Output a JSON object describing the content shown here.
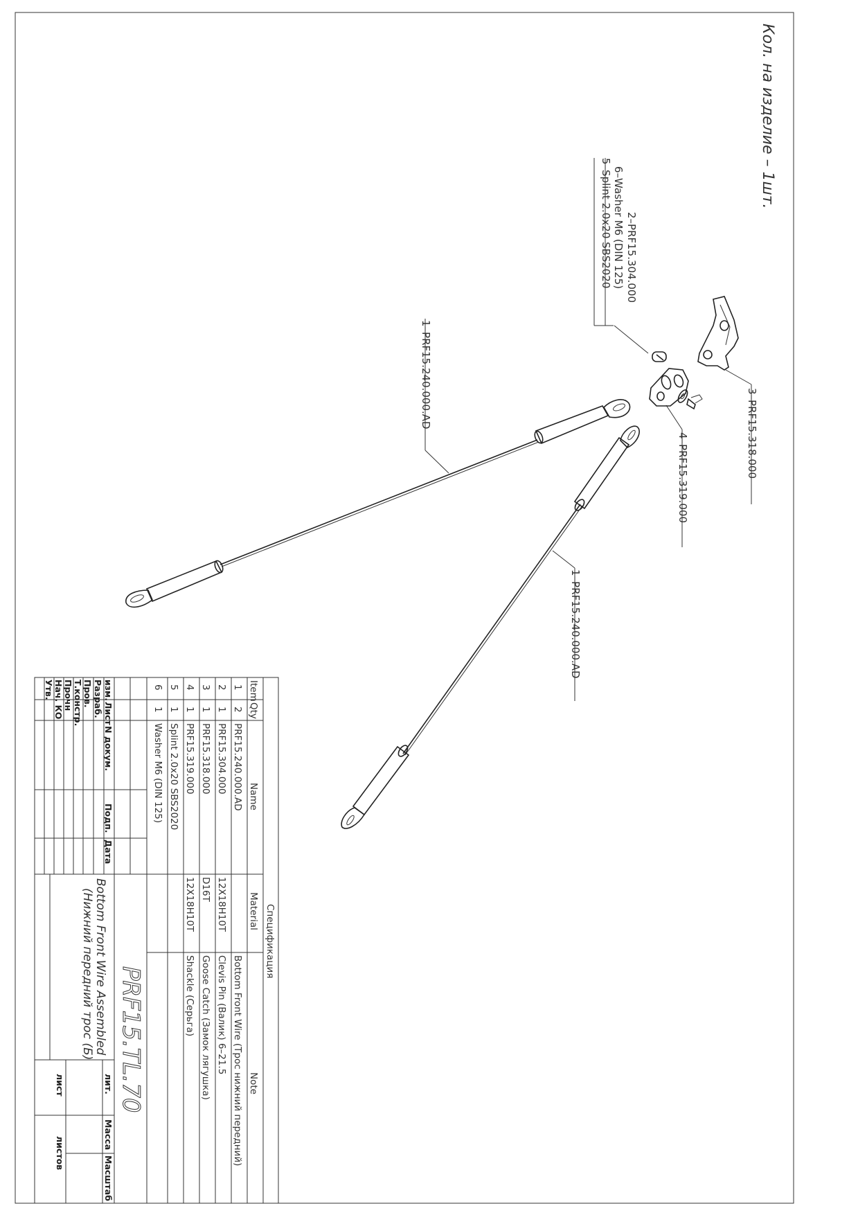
{
  "header_note": "Кол. на изделие – 1шт.",
  "callouts": {
    "item2": "2–PRF15.304.000",
    "item6": "6–Washer M6 (DIN 125)",
    "item5": "5–Splint 2.0x20 SBS2020",
    "item3": "3–PRF15.318.000",
    "item4": "4–PRF15.319.000",
    "item1a": "1–PRF15.240.000.AD",
    "item1b": "1–PRF15.240.000.AD"
  },
  "bom": {
    "title": "Спецификация",
    "headers": {
      "item": "Item",
      "qty": "Qty",
      "name": "Name",
      "material": "Material",
      "note": "Note"
    },
    "rows": [
      {
        "item": "1",
        "qty": "2",
        "name": "PRF15.240.000.AD",
        "material": "",
        "note": "Bottom Front Wire (Трос нижний передний)"
      },
      {
        "item": "2",
        "qty": "1",
        "name": "PRF15.304.000",
        "material": "12X18H10T",
        "note": "Clevis Pin (Валик) 6–21.5"
      },
      {
        "item": "3",
        "qty": "1",
        "name": "PRF15.318.000",
        "material": "D16T",
        "note": "Goose Catch (Замок лягушка)"
      },
      {
        "item": "4",
        "qty": "1",
        "name": "PRF15.319.000",
        "material": "12X18H10T",
        "note": "Shackle (Серьга)"
      },
      {
        "item": "5",
        "qty": "1",
        "name": "Splint 2.0x20 SBS2020",
        "material": "",
        "note": ""
      },
      {
        "item": "6",
        "qty": "1",
        "name": "Washer M6 (DIN 125)",
        "material": "",
        "note": ""
      }
    ]
  },
  "title_block": {
    "code": "PRF15.TL.70",
    "title_en": "Bottom Front Wire Assembled",
    "title_ru": "(Нижний передний трос (Б)",
    "col_izm": "изм.",
    "col_list": "Лист",
    "col_doc": "N докум.",
    "col_podp": "Подп.",
    "col_data": "Дата",
    "role_razrab": "Разраб.",
    "role_prov": "Пров.",
    "role_tkonstr": "Т.констр.",
    "role_proch": "Прочн",
    "role_nach": "Нач. КО",
    "role_utv": "Утв.",
    "lit": "лит.",
    "massa": "Масса",
    "masshtab": "Масштаб",
    "list": "лист",
    "listov": "листов"
  }
}
